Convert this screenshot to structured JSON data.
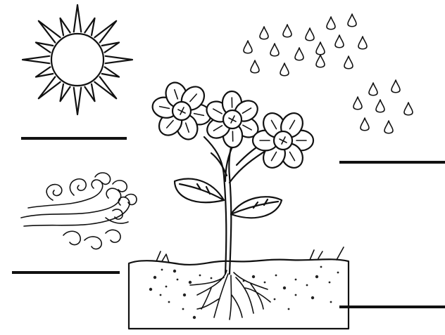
{
  "worksheet": {
    "label_lines": [
      {
        "id": "sun",
        "answer": ""
      },
      {
        "id": "rain",
        "answer": ""
      },
      {
        "id": "wind",
        "answer": ""
      },
      {
        "id": "soil",
        "answer": ""
      }
    ]
  },
  "illustrations": [
    "sun",
    "raindrops",
    "wind",
    "flowering-plant",
    "soil",
    "roots"
  ],
  "colors": {
    "ink": "#111111",
    "paper": "#ffffff"
  }
}
